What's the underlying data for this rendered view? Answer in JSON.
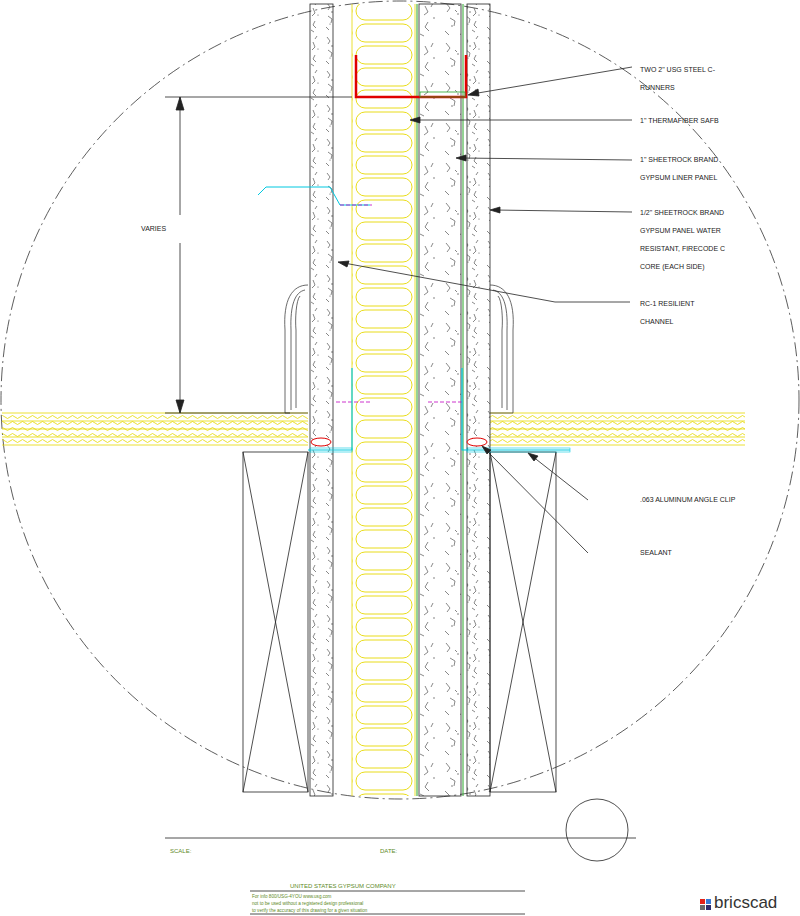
{
  "diagram": {
    "labels": [
      "TWO 2\" USG STEEL C-RUNNERS",
      "1\" THERMAFIBER SAFB",
      "1\" SHEETROCK BRAND GYPSUM LINER PANEL",
      "1/2\" SHEETROCK BRAND GYPSUM PANEL WATER RESISTANT, FIRECODE C CORE (EACH SIDE)",
      "RC-1 RESILIENT CHANNEL",
      ".063 ALUMINUM ANGLE CLIP",
      "SEALANT",
      "VARIES",
      "SCALE:",
      "DATE:",
      "UNITED STATES GYPSUM COMPANY",
      "For info 800/USG-4YOU www.usg.com",
      "not to be used without a registered design professional",
      "to verify the accuracy of this drawing for a given situation",
      "bricscad"
    ]
  }
}
